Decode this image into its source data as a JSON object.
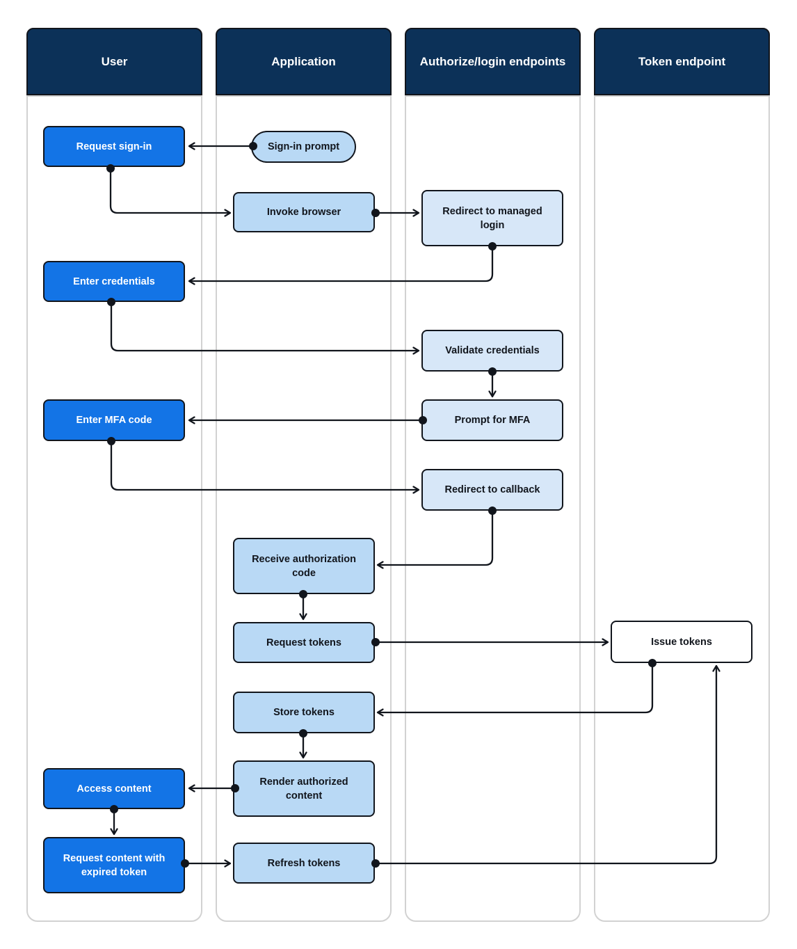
{
  "diagram": {
    "lanes": [
      {
        "id": "user",
        "title": "User"
      },
      {
        "id": "application",
        "title": "Application"
      },
      {
        "id": "authorize",
        "title": "Authorize/login endpoints"
      },
      {
        "id": "token",
        "title": "Token endpoint"
      }
    ],
    "nodes": {
      "request_sign_in": {
        "label": "Request sign-in",
        "lane": "User"
      },
      "sign_in_prompt": {
        "label": "Sign-in prompt",
        "lane": "Application",
        "shape": "stadium"
      },
      "invoke_browser": {
        "label": "Invoke browser",
        "lane": "Application"
      },
      "redirect_managed_login": {
        "label": "Redirect to managed login",
        "lane": "Authorize/login endpoints"
      },
      "enter_credentials": {
        "label": "Enter credentials",
        "lane": "User"
      },
      "validate_credentials": {
        "label": "Validate credentials",
        "lane": "Authorize/login endpoints"
      },
      "enter_mfa": {
        "label": "Enter MFA code",
        "lane": "User"
      },
      "prompt_mfa": {
        "label": "Prompt for MFA",
        "lane": "Authorize/login endpoints"
      },
      "redirect_callback": {
        "label": "Redirect to callback",
        "lane": "Authorize/login endpoints"
      },
      "receive_auth_code": {
        "label": "Receive authorization code",
        "lane": "Application"
      },
      "request_tokens": {
        "label": "Request tokens",
        "lane": "Application"
      },
      "issue_tokens": {
        "label": "Issue tokens",
        "lane": "Token endpoint"
      },
      "store_tokens": {
        "label": "Store tokens",
        "lane": "Application"
      },
      "render_auth_content": {
        "label": "Render authorized content",
        "lane": "Application"
      },
      "access_content": {
        "label": "Access content",
        "lane": "User"
      },
      "request_expired": {
        "label": "Request content with expired token",
        "lane": "User"
      },
      "refresh_tokens": {
        "label": "Refresh tokens",
        "lane": "Application"
      }
    },
    "edges": [
      {
        "from": "sign_in_prompt",
        "to": "request_sign_in"
      },
      {
        "from": "request_sign_in",
        "to": "invoke_browser"
      },
      {
        "from": "invoke_browser",
        "to": "redirect_managed_login"
      },
      {
        "from": "redirect_managed_login",
        "to": "enter_credentials"
      },
      {
        "from": "enter_credentials",
        "to": "validate_credentials"
      },
      {
        "from": "validate_credentials",
        "to": "prompt_mfa"
      },
      {
        "from": "prompt_mfa",
        "to": "enter_mfa"
      },
      {
        "from": "enter_mfa",
        "to": "redirect_callback"
      },
      {
        "from": "redirect_callback",
        "to": "receive_auth_code"
      },
      {
        "from": "receive_auth_code",
        "to": "request_tokens"
      },
      {
        "from": "request_tokens",
        "to": "issue_tokens"
      },
      {
        "from": "issue_tokens",
        "to": "store_tokens"
      },
      {
        "from": "store_tokens",
        "to": "render_auth_content"
      },
      {
        "from": "render_auth_content",
        "to": "access_content"
      },
      {
        "from": "access_content",
        "to": "request_expired"
      },
      {
        "from": "request_expired",
        "to": "refresh_tokens"
      },
      {
        "from": "refresh_tokens",
        "to": "issue_tokens"
      }
    ],
    "colors": {
      "lane_header_bg": "#0c3158",
      "lane_header_text": "#ffffff",
      "lane_body_bg": "#ffffff",
      "lane_body_border": "#d2d2d2",
      "node_border": "#11151c",
      "node_text": "#11151c",
      "user_node_bg": "#1374e6",
      "user_node_text": "#ffffff",
      "app_node_bg": "#b9d9f5",
      "endpoint_node_bg": "#d7e7f8",
      "token_node_bg": "#ffffff",
      "connector": "#11151c"
    }
  }
}
